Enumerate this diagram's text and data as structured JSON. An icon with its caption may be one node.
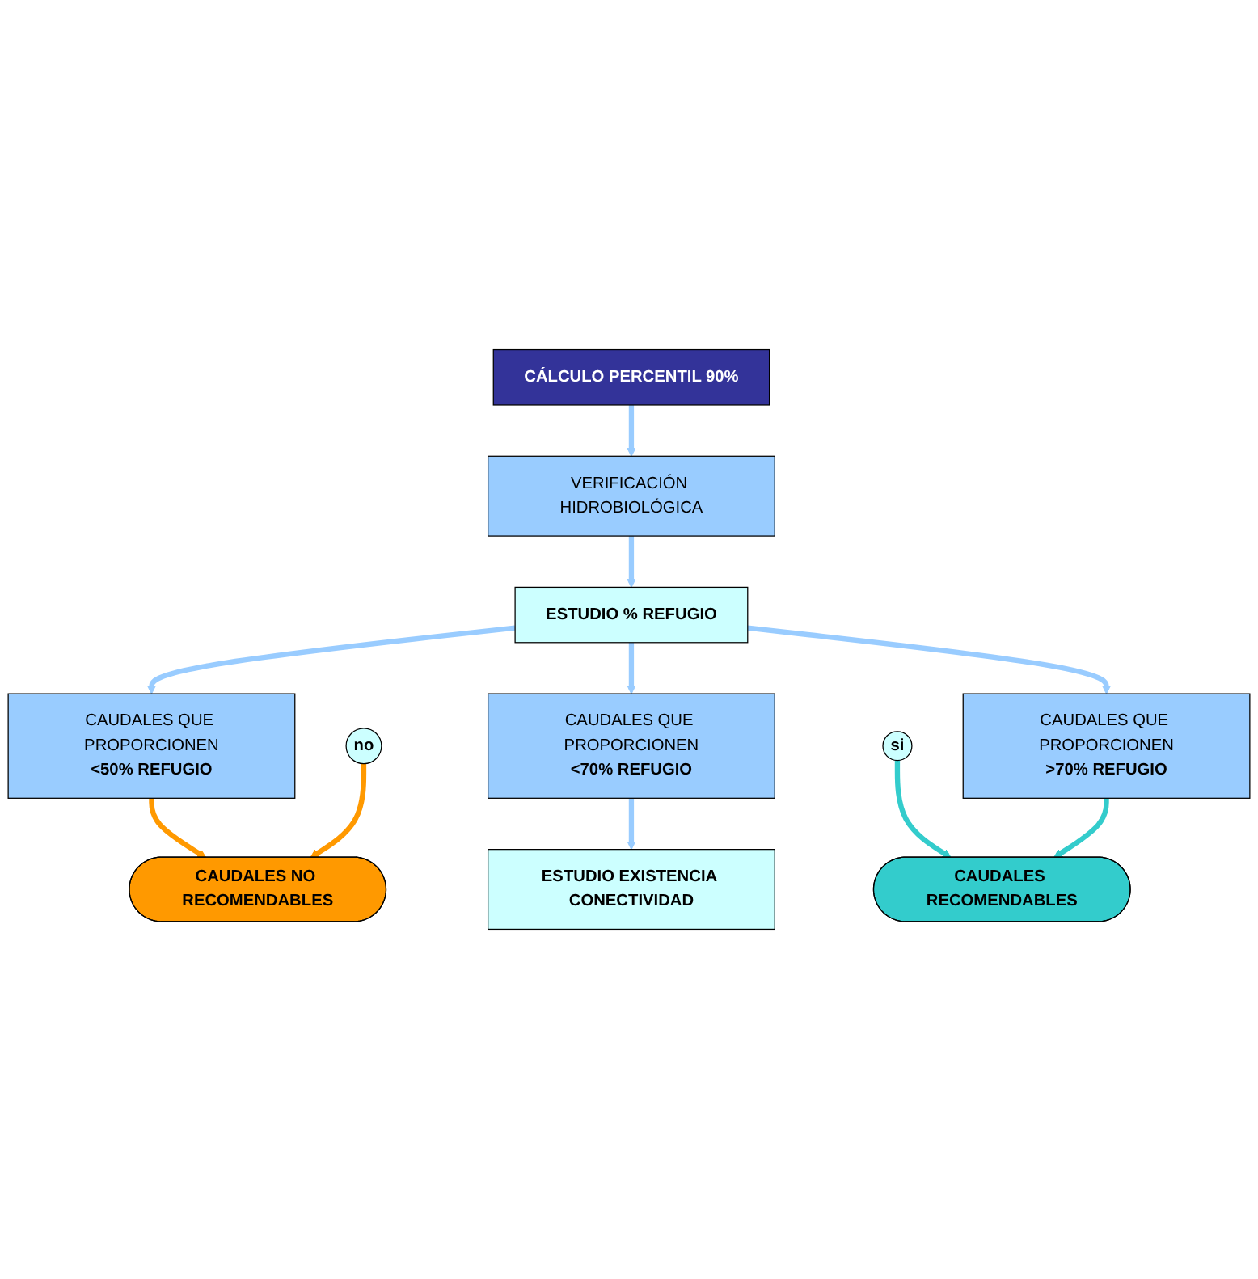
{
  "diagram": {
    "nodes": [
      {
        "text": [
          "CÁLCULO PERCENTIL 90%"
        ]
      },
      {
        "text": [
          "VERIFICACIÓN HIDROBIOLÓGICA"
        ]
      },
      {
        "text": [
          "ESTUDIO % REFUGIO"
        ]
      },
      {
        "text": [
          "CAUDALES QUE PROPORCIONEN",
          "<50% REFUGIO"
        ]
      },
      {
        "text": [
          "CAUDALES QUE PROPORCIONEN",
          "<70% REFUGIO"
        ]
      },
      {
        "text": [
          "CAUDALES QUE PROPORCIONEN",
          ">70% REFUGIO"
        ]
      },
      {
        "text": [
          "ESTUDIO EXISTENCIA CONECTIVIDAD"
        ]
      },
      {
        "text": [
          "no"
        ]
      },
      {
        "text": [
          "si"
        ]
      },
      {
        "text": [
          "CAUDALES NO RECOMENDABLES"
        ]
      },
      {
        "text": [
          "CAUDALES RECOMENDABLES"
        ]
      }
    ],
    "edges": [
      {
        "from": 0,
        "to": 1,
        "arrow": "to"
      },
      {
        "from": 1,
        "to": 2,
        "arrow": "to"
      },
      {
        "from": 2,
        "to": 3,
        "arrow": "to"
      },
      {
        "from": 2,
        "to": 4,
        "arrow": "to"
      },
      {
        "from": 2,
        "to": 5,
        "arrow": "to"
      },
      {
        "from": 3,
        "to": 9,
        "arrow": "to",
        "color": "#ff9900"
      },
      {
        "from": 4,
        "to": 6,
        "arrow": "to"
      },
      {
        "from": 7,
        "to": 9,
        "arrow": "to",
        "color": "#ff9900"
      },
      {
        "from": 8,
        "to": 10,
        "arrow": "to",
        "color": "#33cccc"
      },
      {
        "from": 5,
        "to": 10,
        "arrow": "to",
        "color": "#33cccc"
      }
    ]
  }
}
